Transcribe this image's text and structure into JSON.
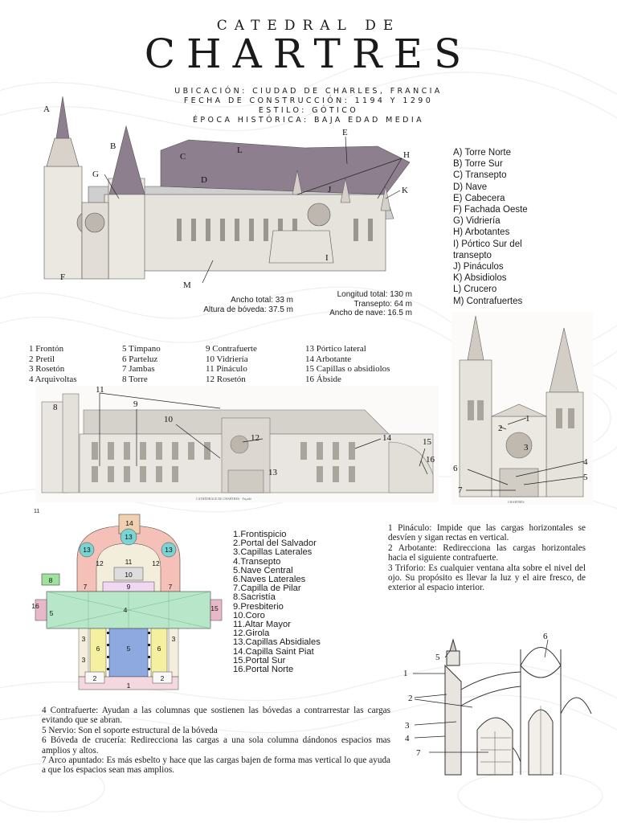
{
  "header": {
    "subtitle": "CATEDRAL DE",
    "title": "CHARTRES",
    "location": "UBICACIÓN: CIUDAD DE CHARLES, FRANCIA",
    "construction": "FECHA DE CONSTRUCCIÓN: 1194 Y 1290",
    "style": "ESTILO: GÓTICO",
    "epoch": "ÉPOCA HISTÓRICA: BAJA EDAD MEDIA"
  },
  "aerial_view": {
    "labels": [
      "A",
      "B",
      "C",
      "D",
      "E",
      "F",
      "G",
      "H",
      "I",
      "J",
      "K",
      "L",
      "M"
    ],
    "legend": [
      "A) Torre Norte",
      "B) Torre Sur",
      "C) Transepto",
      "D) Nave",
      "E) Cabecera",
      "F) Fachada Oeste",
      "G) Vidriería",
      "H) Arbotantes",
      "I) Pórtico Sur del",
      "transepto",
      "J) Pináculos",
      "K) Absidiolos",
      "L) Crucero",
      "M) Contrafuertes"
    ],
    "dims_left": [
      "Ancho total: 33 m",
      "Altura de bóveda: 37.5 m"
    ],
    "dims_right": [
      "Longitud total: 130 m",
      "Transepto: 64 m",
      "Ancho de nave: 16.5 m"
    ]
  },
  "elevation": {
    "legend_cols": [
      [
        "1 Frontón",
        "2 Pretil",
        "3 Rosetón",
        "4 Arquivoltas"
      ],
      [
        "5 Tímpano",
        "6 Parteluz",
        "7 Jambas",
        "8 Torre"
      ],
      [
        "9 Contrafuerte",
        "10 Vidriería",
        "11 Pináculo",
        "12 Rosetón"
      ],
      [
        "13 Pórtico lateral",
        "14 Arbotante",
        "15 Capillas o absidiolos",
        "16 Ábside"
      ]
    ],
    "side_numbers": [
      "11",
      "9",
      "8",
      "10",
      "12",
      "14",
      "15",
      "13",
      "16"
    ],
    "front_numbers": [
      "1",
      "2",
      "3",
      "4",
      "5",
      "6",
      "7"
    ],
    "side_caption": "CATHÉDRALE DE CHARTRES · Façade",
    "front_caption": "CHARTRES"
  },
  "plan": {
    "corner_mark": "11",
    "numbers": [
      "14",
      "13",
      "13",
      "13",
      "12",
      "12",
      "11",
      "10",
      "9",
      "8",
      "7",
      "7",
      "4",
      "6",
      "5",
      "6",
      "3",
      "3",
      "3",
      "2",
      "2",
      "1",
      "16",
      "15",
      "5"
    ],
    "legend": [
      "1.Frontispicio",
      "2.Portal del Salvador",
      "3.Capillas Laterales",
      "4.Transepto",
      "5.Nave Central",
      "6.Naves Laterales",
      "7.Capilla de Pilar",
      "8.Sacristía",
      "9.Presbiterio",
      "10.Coro",
      "11.Altar Mayor",
      "12.Girola",
      "13.Capillas Absidiales",
      "14.Capilla Saint Piat",
      "15.Portal Sur",
      "16.Portal Norte"
    ],
    "colors": {
      "nave": "#8ea8e0",
      "aisles": "#f4f0a0",
      "transept": "#b8e6c8",
      "ambulatory": "#f4c0b8",
      "chapels": "#7ad4d4",
      "presbytery": "#f0d8f0",
      "sacristy": "#9ee29e",
      "saint_piat": "#f0d0b0",
      "portals": "#e8b8c8"
    }
  },
  "definitions_right": [
    "1 Pináculo: Impide que las cargas horizontales se desvíen y sigan rectas en vertical.",
    "2 Arbotante: Redirecciona las cargas horizontales hacia el siguiente contrafuerte.",
    "3 Triforio: Es cualquier ventana alta sobre el nivel del ojo. Su propósito es llevar la luz y el aire fresco, de exterior al espacio interior."
  ],
  "section_numbers": [
    "6",
    "5",
    "1",
    "2",
    "3",
    "4",
    "7"
  ],
  "definitions_bottom": [
    "4 Contrafuerte: Ayudan a las columnas que sostienen las bóvedas a contrarrestar las cargas evitando que se abran.",
    "5 Nervio: Son el soporte estructural de la bóveda",
    "6 Bóveda de crucería: Redirecciona las cargas a una sola columna dándonos espacios mas amplios y altos.",
    "7 Arco apuntado: Es más esbelto y hace que las cargas bajen de forma mas vertical lo que ayuda a que los espacios sean mas amplios."
  ]
}
